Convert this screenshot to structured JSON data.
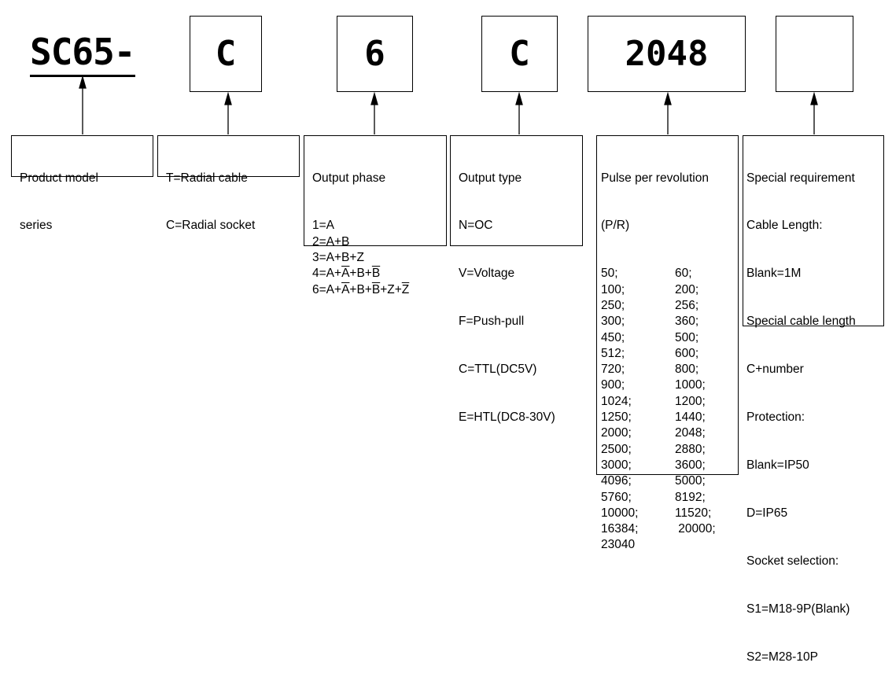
{
  "model": {
    "prefix": "SC65-"
  },
  "codes": [
    "C",
    "6",
    "C",
    "2048",
    ""
  ],
  "product": {
    "lines": [
      "Product model",
      "series"
    ]
  },
  "connection": {
    "lines": [
      "T=Radial cable",
      "C=Radial socket"
    ]
  },
  "phase": {
    "title": "Output phase",
    "options": [
      [
        {
          "t": "1=A"
        }
      ],
      [
        {
          "t": "2=A+B"
        }
      ],
      [
        {
          "t": "3=A+B+Z"
        }
      ],
      [
        {
          "t": "4=A+"
        },
        {
          "t": "A",
          "o": true
        },
        {
          "t": "+B+"
        },
        {
          "t": "B",
          "o": true
        }
      ],
      [
        {
          "t": "6=A+"
        },
        {
          "t": "A",
          "o": true
        },
        {
          "t": "+B+"
        },
        {
          "t": "B",
          "o": true
        },
        {
          "t": "+Z+"
        },
        {
          "t": "Z",
          "o": true
        }
      ]
    ]
  },
  "output_type": {
    "lines": [
      "Output type",
      "N=OC",
      "V=Voltage",
      "F=Push-pull",
      "C=TTL(DC5V)",
      "E=HTL(DC8-30V)"
    ]
  },
  "ppr": {
    "title": "Pulse per revolution",
    "unit": "(P/R)",
    "rows": [
      [
        "50;",
        "60;"
      ],
      [
        "100;",
        "200;"
      ],
      [
        "250;",
        "256;"
      ],
      [
        "300;",
        "360;"
      ],
      [
        "450;",
        "500;"
      ],
      [
        "512;",
        "600;"
      ],
      [
        "720;",
        "800;"
      ],
      [
        "900;",
        "1000;"
      ],
      [
        "1024;",
        "1200;"
      ],
      [
        "1250;",
        "1440;"
      ],
      [
        "2000;",
        "2048;"
      ],
      [
        "2500;",
        "2880;"
      ],
      [
        "3000;",
        "3600;"
      ],
      [
        "4096;",
        "5000;"
      ],
      [
        "5760;",
        "8192;"
      ],
      [
        "10000;",
        "11520;"
      ],
      [
        "16384;",
        " 20000;"
      ],
      [
        "23040",
        ""
      ]
    ]
  },
  "special": {
    "lines": [
      "Special requirement",
      "Cable Length:",
      "Blank=1M",
      "Special cable length",
      "C+number",
      "Protection:",
      "Blank=IP50",
      "D=IP65",
      "Socket selection:",
      "S1=M18-9P(Blank)",
      "S2=M28-10P"
    ]
  }
}
